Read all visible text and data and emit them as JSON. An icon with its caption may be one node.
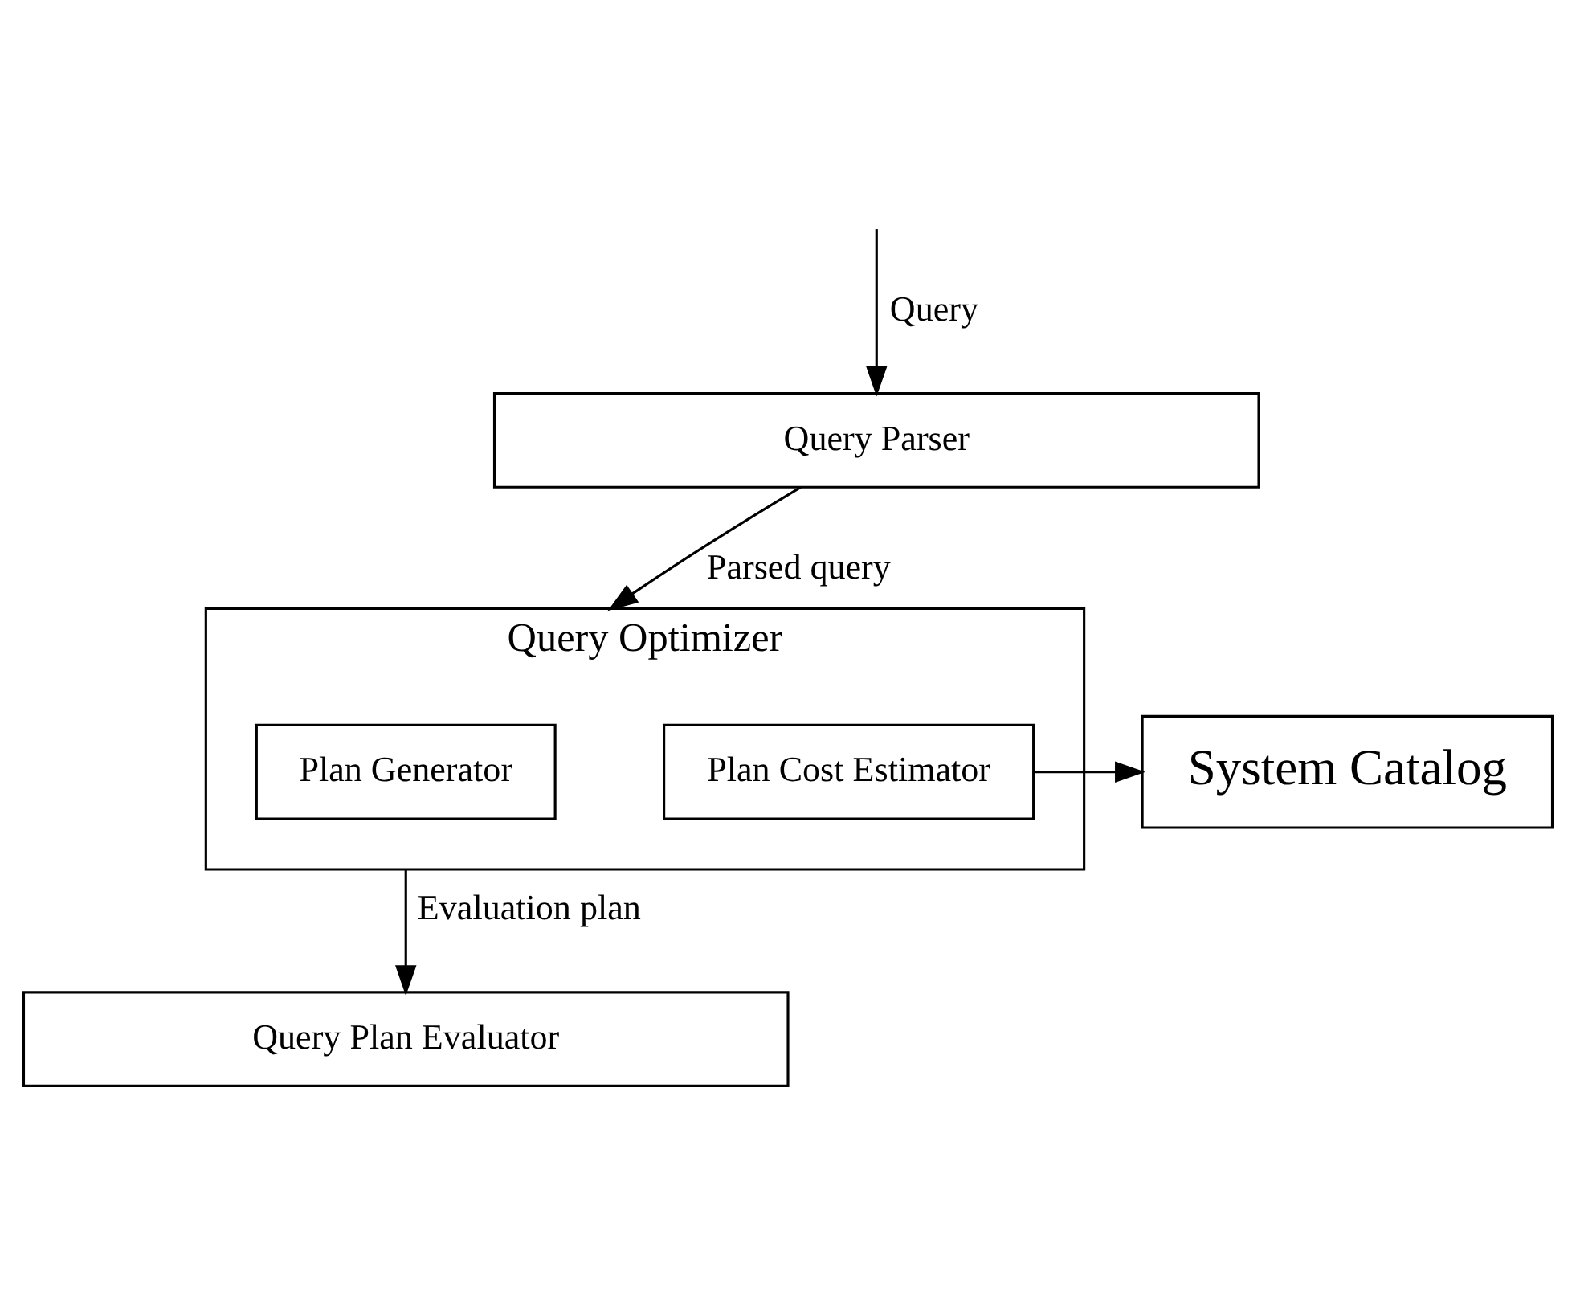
{
  "diagram": {
    "nodes": [
      {
        "text": [
          "Query Parser"
        ]
      },
      {
        "text": [
          "Query Optimizer"
        ]
      },
      {
        "text": [
          "Plan Generator"
        ],
        "in": 1
      },
      {
        "text": [
          "Plan Cost Estimator"
        ],
        "in": 1
      },
      {
        "text": [
          "System Catalog"
        ]
      },
      {
        "text": [
          "Query Plan Evaluator"
        ]
      }
    ],
    "edges": [
      {
        "from": null,
        "to": 0,
        "arrow": "to",
        "label": "Query"
      },
      {
        "from": 0,
        "to": 1,
        "arrow": "to",
        "label": "Parsed query"
      },
      {
        "from": 1,
        "to": 5,
        "arrow": "to",
        "label": "Evaluation plan"
      },
      {
        "from": 3,
        "to": 4,
        "arrow": "to"
      }
    ]
  }
}
